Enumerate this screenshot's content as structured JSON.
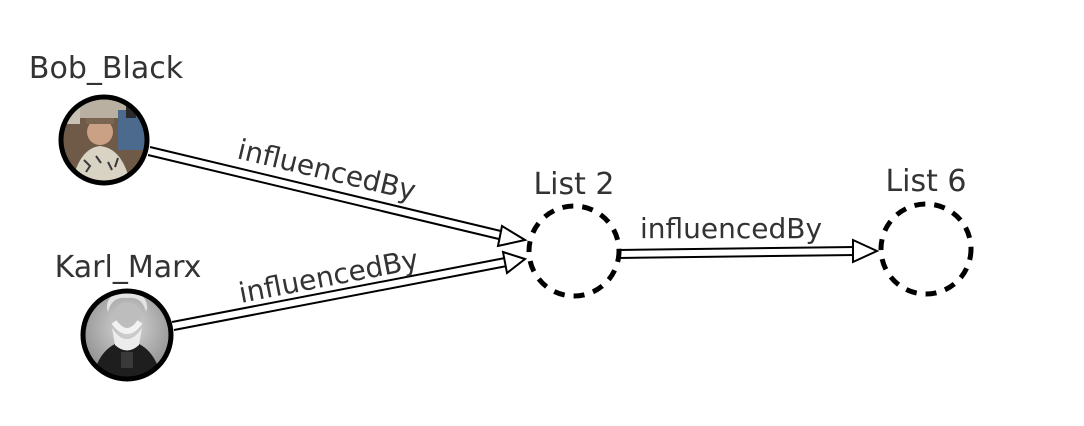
{
  "nodes": {
    "bob_black": {
      "label": "Bob_Black",
      "kind": "photo"
    },
    "karl_marx": {
      "label": "Karl_Marx",
      "kind": "photo"
    },
    "list2": {
      "label": "List 2",
      "kind": "dashed-circle"
    },
    "list6": {
      "label": "List 6",
      "kind": "dashed-circle"
    }
  },
  "edges": [
    {
      "from": "Bob_Black",
      "to": "List 2",
      "label": "influencedBy"
    },
    {
      "from": "Karl_Marx",
      "to": "List 2",
      "label": "influencedBy"
    },
    {
      "from": "List 2",
      "to": "List 6",
      "label": "influencedBy"
    }
  ],
  "colors": {
    "stroke": "#000000",
    "text": "#333333",
    "background": "#ffffff"
  }
}
